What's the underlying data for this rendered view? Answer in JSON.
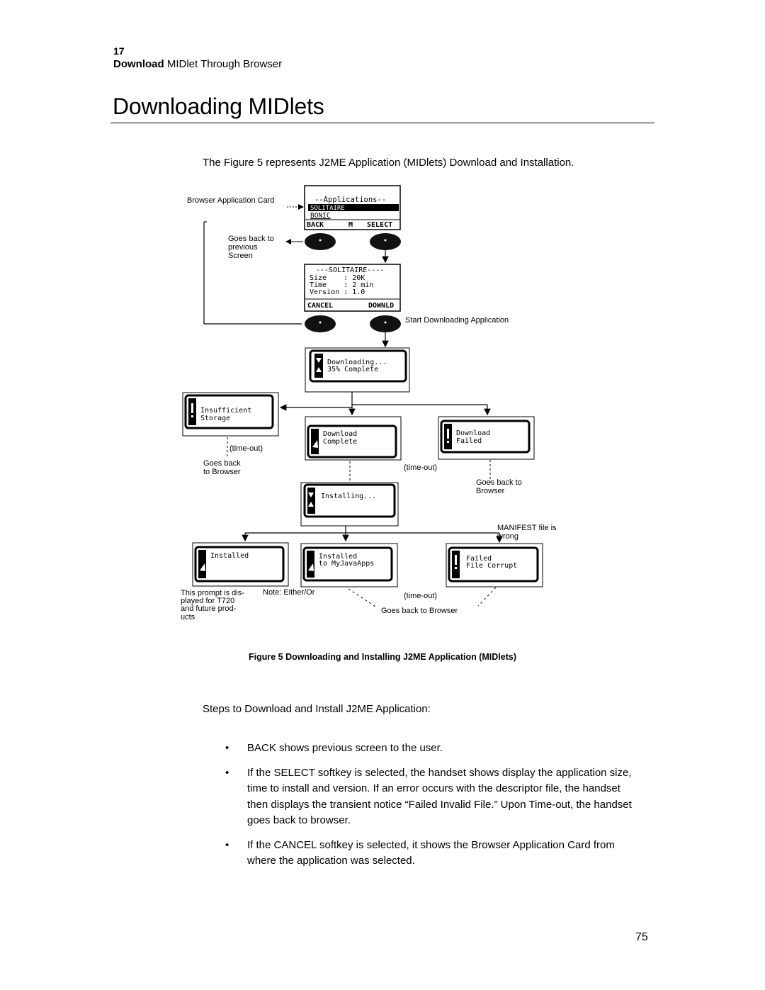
{
  "header": {
    "chapter_number": "17",
    "chapter_title_bold": "Download",
    "chapter_title_rest": " MIDlet Through Browser"
  },
  "title": "Downloading MIDlets",
  "intro": "The Figure 5 represents J2ME Application (MIDlets) Download and Installation.",
  "figure": {
    "browser_card_label": "Browser Application Card",
    "apps_screen": {
      "title": "--Applications--",
      "item1": "SOLITAIRE",
      "item2": "BONIC",
      "back": "BACK",
      "mid": "M",
      "select": "SELECT"
    },
    "goes_back_1": "Goes back to",
    "goes_back_2": "previous",
    "goes_back_3": "Screen",
    "solitaire_screen": {
      "title": "---SOLITAIRE----",
      "size": "Size    : 20K",
      "time": "Time    : 2 min",
      "version": "Version : 1.0",
      "cancel": "CANCEL",
      "downld": "DOWNLD"
    },
    "start_downloading": "Start Downloading Application",
    "downloading_1": "Downloading...",
    "downloading_2": "35% Complete",
    "insufficient_1": "Insufficient",
    "insufficient_2": "Storage",
    "timeout": "(time-out)",
    "goes_back_browser_1": "Goes back",
    "goes_back_browser_2": "to Browser",
    "download_complete_1": "Download",
    "download_complete_2": "Complete",
    "download_failed_1": "Download",
    "download_failed_2": "Failed",
    "goes_back_to_1": "Goes back to",
    "goes_back_to_2": "Browser",
    "installing": "Installing...",
    "manifest_1": "MANIFEST file is",
    "manifest_2": "wrong",
    "installed": "Installed",
    "installed_to_1": "Installed",
    "installed_to_2": "to MyJavaApps",
    "failed_1": "Failed",
    "failed_2": "File Corrupt",
    "prompt_1": "This prompt is dis-",
    "prompt_2": "played for T720",
    "prompt_3": "and future prod-",
    "prompt_4": "ucts",
    "note": "Note: Either/Or",
    "goes_back_to_browser": "Goes back to Browser"
  },
  "caption": "Figure 5 Downloading and Installing J2ME Application (MIDlets)",
  "steps_intro": "Steps to Download and Install J2ME Application:",
  "bullet_glyph": "•",
  "bullets": [
    "BACK shows previous screen to the user.",
    "If the SELECT softkey is selected, the handset shows display the application size, time to install and version. If an error occurs with the descriptor file, the handset then displays the transient notice “Failed Invalid File.” Upon Time-out, the handset goes back to browser.",
    "If the CANCEL softkey is selected, it shows the Browser Application Card from where the application was selected."
  ],
  "page_number": "75"
}
